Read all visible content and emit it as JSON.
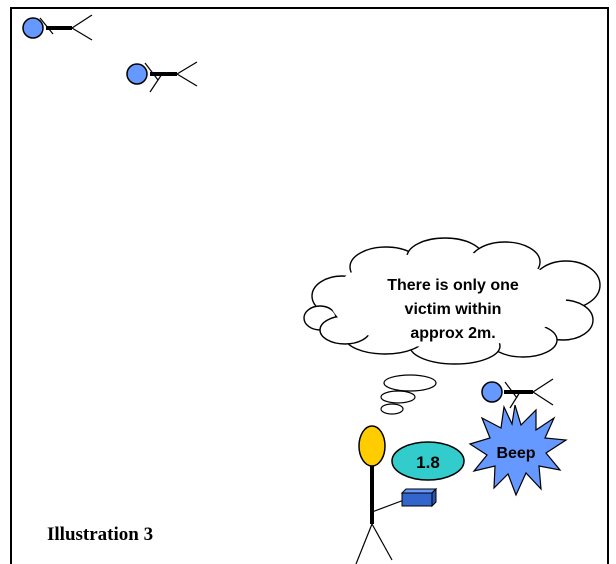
{
  "thought_bubble": {
    "line1": "There is only one",
    "line2": "victim within",
    "line3": "approx 2m."
  },
  "transceiver_display": {
    "reading": "1.8"
  },
  "signal": {
    "label": "Beep"
  },
  "caption": {
    "text": "Illustration 3"
  },
  "colors": {
    "victim_head": "#6699FF",
    "searcher_head": "#FFCC00",
    "display_fill": "#33CCCC",
    "burst_fill": "#6699FF",
    "device_fill": "#3366CC",
    "line": "#000000"
  }
}
